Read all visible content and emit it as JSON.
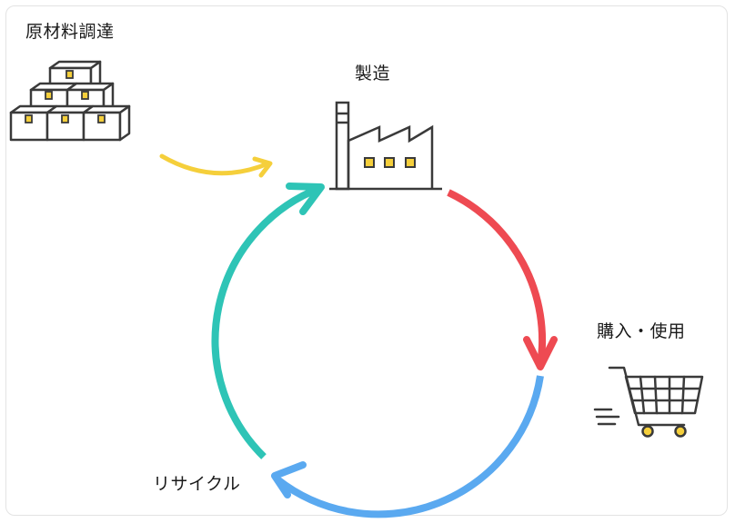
{
  "steps": {
    "procurement": {
      "label": "原材料調達",
      "icon": "boxes-icon"
    },
    "manufacturing": {
      "label": "製造",
      "icon": "factory-icon"
    },
    "purchase_use": {
      "label": "購入・使用",
      "icon": "shopping-cart-icon"
    },
    "recycle": {
      "label": "リサイクル"
    }
  },
  "colors": {
    "procurement_arrow": "#f5cf3b",
    "manufacture_to_purchase": "#ee4a52",
    "purchase_to_recycle": "#5aa9f0",
    "recycle_to_manufacture": "#2ec4b6",
    "icon_stroke": "#3a3a3a",
    "icon_accent": "#f5cf3b"
  }
}
